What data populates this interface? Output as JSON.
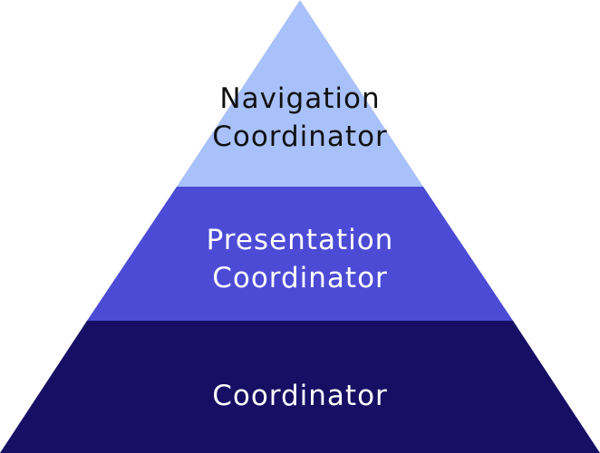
{
  "diagram": {
    "tiers": [
      {
        "lines": [
          "Navigation",
          "Coordinator"
        ],
        "fill": "#a8c1fb",
        "text_color": "#111111"
      },
      {
        "lines": [
          "Presentation",
          "Coordinator"
        ],
        "fill": "#4c4bd6",
        "text_color": "#ffffff"
      },
      {
        "lines": [
          "Coordinator"
        ],
        "fill": "#160f63",
        "text_color": "#ffffff"
      }
    ]
  }
}
